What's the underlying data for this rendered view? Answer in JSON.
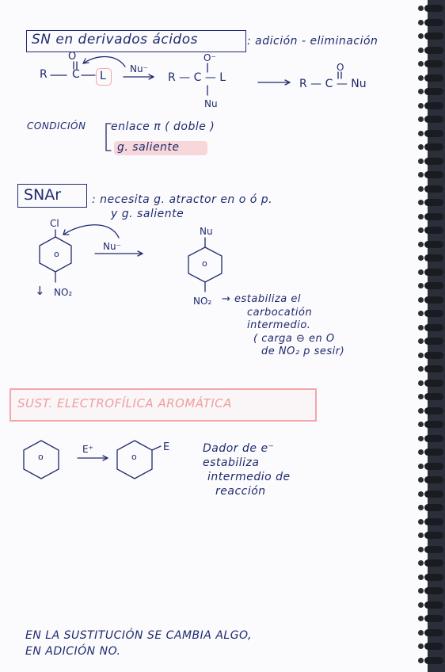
{
  "section1": {
    "title": "SN en derivados ácidos",
    "subtitle": ": adición - eliminación",
    "reaction": {
      "reactant_R": "R",
      "reactant_C": "C",
      "reactant_L": "L",
      "reactant_O": "O",
      "reagent": "Nu⁻",
      "intermediate_left": "R — C — L",
      "intermediate_O": "O⁻",
      "intermediate_Nu": "Nu",
      "product_left": "R — C — Nu",
      "product_O": "O"
    },
    "condition_label": "CONDICIÓN",
    "conditions": [
      "enlace π ( doble )",
      "g. saliente"
    ]
  },
  "section2": {
    "title": "SNAr",
    "note_line1": ": necesita g. atractor en o ó p.",
    "note_line2": "y g. saliente",
    "reactant_top": "Cl",
    "reactant_bottom": "NO₂",
    "ring_label": "o",
    "reagent": "Nu⁻",
    "product_top": "Nu",
    "product_bottom": "NO₂",
    "explanation": [
      "→ estabiliza el",
      "carbocatión",
      "intermedio.",
      "( carga ⊖ en O",
      "de NO₂ p sesir)"
    ]
  },
  "section3": {
    "title": "SUST. ELECTROFÍLICA AROMÁTICA",
    "reagent": "E⁺",
    "ring_label": "o",
    "product_sub": "E",
    "explanation": [
      "Dador de e⁻",
      "estabiliza",
      "intermedio de",
      "reacción"
    ]
  },
  "footer": [
    "EN LA SUSTITUCIÓN SE CAMBIA ALGO,",
    "EN ADICIÓN NO."
  ],
  "colors": {
    "ink": "#1f2a6e",
    "highlight": "#f2a7a9",
    "binding": "#1a1c22"
  }
}
